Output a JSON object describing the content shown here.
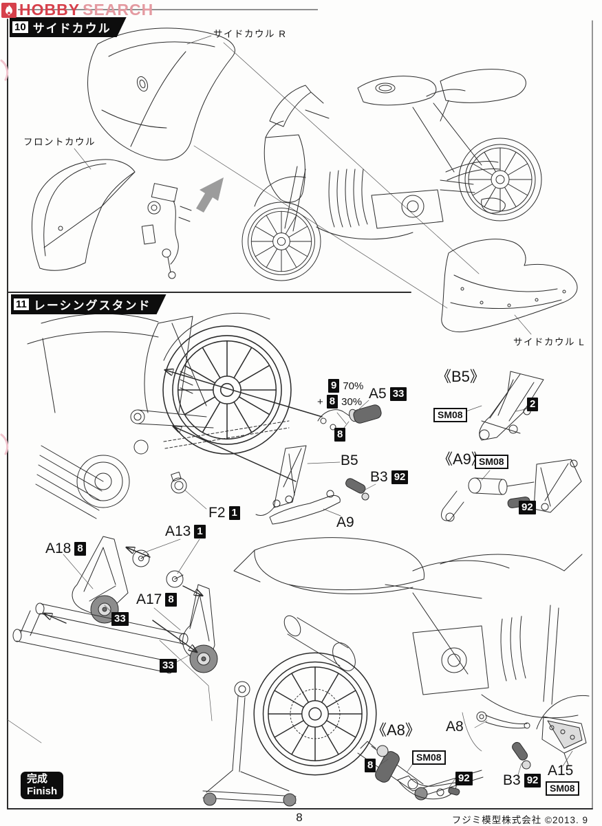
{
  "watermark": {
    "hobby": "HOBBY",
    "search": "SEARCH",
    "icon": "flame-icon",
    "color": "#d6404b"
  },
  "s10": {
    "num": "10",
    "title": "サイドカウル",
    "side_cowl_r": "サイドカウル R",
    "front_cowl": "フロントカウル",
    "side_cowl_l": "サイドカウル L"
  },
  "s11": {
    "num": "11",
    "title": "レーシングスタンド",
    "paint": {
      "c1": "9",
      "p1": "70%",
      "plus": "+",
      "c2": "8",
      "p2": "30%"
    },
    "a5": "A5",
    "c33": "33",
    "c8": "8",
    "b5": "B5",
    "b3": "B3",
    "c92": "92",
    "a9": "A9",
    "f2": "F2",
    "c1n": "1",
    "a13": "A13",
    "a18": "A18",
    "a17": "A17",
    "callout_b5": {
      "t": "《B5》",
      "decal": "SM08",
      "c": "2"
    },
    "callout_a9": {
      "t": "《A9》",
      "decal": "SM08",
      "c": "92"
    },
    "callout_a8": {
      "t": "《A8》",
      "c8": "8",
      "decal": "SM08",
      "c92": "92"
    },
    "br": {
      "a8": "A8",
      "a15": "A15",
      "decal": "SM08",
      "b3": "B3",
      "c92": "92"
    }
  },
  "finish": {
    "jp": "完成",
    "en": "Finish"
  },
  "footer": {
    "company": "フジミ模型株式会社 ©2013. 9",
    "page": "8"
  }
}
